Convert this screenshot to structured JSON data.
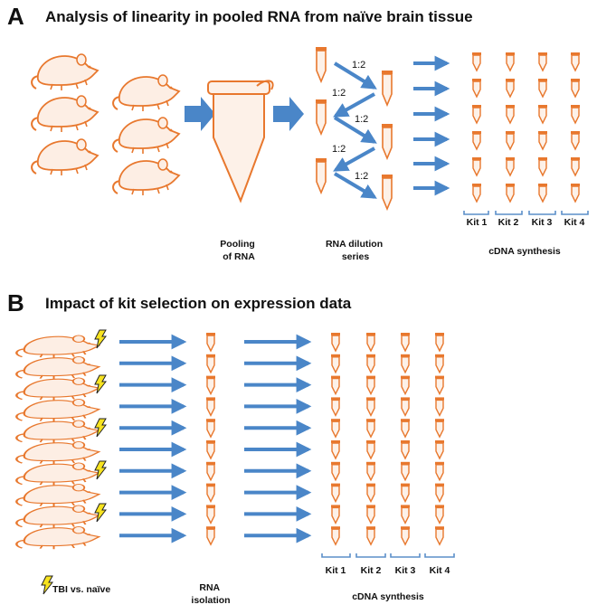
{
  "panel_a": {
    "letter": "A",
    "title": "Analysis of linearity in pooled RNA from naïve brain tissue",
    "step_pooling": [
      "Pooling",
      "of RNA"
    ],
    "step_dilution": [
      "RNA dilution",
      "series"
    ],
    "step_cdna": "cDNA synthesis",
    "ratio": "1:2",
    "kits": [
      "Kit 1",
      "Kit 2",
      "Kit 3",
      "Kit 4"
    ]
  },
  "panel_b": {
    "letter": "B",
    "title": "Impact of kit selection on expression data",
    "legend": "TBI vs. naïve",
    "step_isolation": [
      "RNA",
      "isolation"
    ],
    "step_cdna": "cDNA synthesis",
    "kits": [
      "Kit 1",
      "Kit 2",
      "Kit 3",
      "Kit 4"
    ]
  },
  "colors": {
    "tube_stroke": "#e8782e",
    "tube_fill": "#fdf1e8",
    "mouse_fill": "#fdeee4",
    "arrow": "#4a86c8",
    "bracket": "#5b8fc9",
    "bolt_fill": "#f7e31f",
    "text": "#111111"
  },
  "icons": [
    "mouse-icon",
    "tube-icon",
    "pooling-tube-icon",
    "arrow-icon",
    "lightning-icon",
    "bracket-icon"
  ]
}
